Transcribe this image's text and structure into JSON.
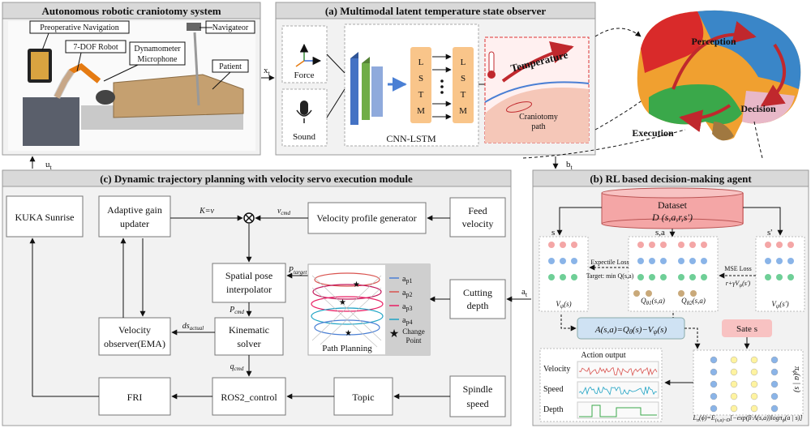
{
  "panels": {
    "system": {
      "title": "Autonomous robotic craniotomy system"
    },
    "observer": {
      "title": "(a) Multimodal latent temperature state observer"
    },
    "planning": {
      "title": "(c) Dynamic trajectory planning with velocity servo execution module"
    },
    "agent": {
      "title": "(b) RL based decision-making agent"
    }
  },
  "system_labels": {
    "preop_nav": "Preoperative Navigation",
    "robot": "7-DOF Robot",
    "dyn_mic_1": "Dynamometer",
    "dyn_mic_2": "Microphone",
    "navigator": "Navigateor",
    "patient": "Patient"
  },
  "signals": {
    "xt": "x",
    "xt_sub": "t",
    "ut": "u",
    "ut_sub": "t",
    "bt": "b",
    "bt_sub": "t",
    "at": "a",
    "at_sub": "t"
  },
  "observer": {
    "force": "Force",
    "sound": "Sound",
    "cnn_lstm": "CNN-LSTM",
    "lstm": [
      "L",
      "S",
      "T",
      "M"
    ],
    "temperature": "Temperature",
    "path_1": "Craniotomy",
    "path_2": "path"
  },
  "brain": {
    "perception": "Perception",
    "decision": "Decision",
    "execution": "Execution"
  },
  "planning": {
    "kuka": "KUKA Sunrise",
    "gain_1": "Adaptive gain",
    "gain_2": "updater",
    "velocity_profile": "Velocity profile generator",
    "feed_1": "Feed",
    "feed_2": "velocity",
    "spatial_1": "Spatial pose",
    "spatial_2": "interpolator",
    "kin_1": "Kinematic",
    "kin_2": "solver",
    "vel_obs_1": "Velocity",
    "vel_obs_2": "observer(EMA)",
    "fri": "FRI",
    "ros2": "ROS2_control",
    "topic": "Topic",
    "cutting_1": "Cutting",
    "cutting_2": "depth",
    "spindle_1": "Spindle",
    "spindle_2": "speed",
    "path_planning": "Path Planning",
    "eq_k": "K=v",
    "vcmd": "v",
    "ptarget": "P",
    "pcmd": "P",
    "qcmd": "q",
    "ds_actual": "ds",
    "legend": [
      "a",
      "a",
      "a",
      "a"
    ],
    "legend_idx": [
      "p1",
      "p2",
      "p3",
      "p4"
    ],
    "change_1": "Change",
    "change_2": "Point",
    "star": "★"
  },
  "agent": {
    "dataset": "Dataset",
    "dataset_tuple": "D (s,a,r,s')",
    "s": "s",
    "sa": "s,a",
    "sp": "s'",
    "expectile": "Expectile Loss",
    "target": "Target: min Q(s,a)",
    "mse": "MSE Loss",
    "rplus": "r+γV",
    "advantage": "A(s,a)=Q",
    "sate": "Sate s",
    "action_output": "Action output",
    "velocity": "Velocity",
    "speed": "Speed",
    "depth": "Depth"
  },
  "colors": {
    "panel_fill": "#f2f2f2",
    "panel_head": "#d9d9d9",
    "lstm": "#f9c58a",
    "dataset": "#f4a6a6",
    "adv": "#cfe2f3",
    "sate": "#f8c2c2",
    "red": "#c0282d"
  }
}
